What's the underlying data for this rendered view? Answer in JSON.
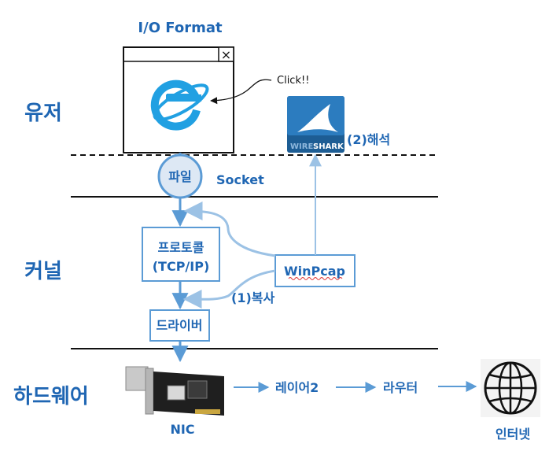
{
  "title": "I/O Format",
  "layers": {
    "user": "유저",
    "kernel": "커널",
    "hardware": "하드웨어"
  },
  "browser_window": {
    "icon": "internet-explorer-icon",
    "close_glyph": "×"
  },
  "click_label": "Click!!",
  "file_node": "파일",
  "socket_label": "Socket",
  "protocol_box": {
    "line1": "프로토콜",
    "line2": "(TCP/IP)"
  },
  "driver_box": "드라이버",
  "winpcap_box": "WinPcap",
  "wireshark": {
    "logo_text_a": "WIRE",
    "logo_text_b": "SHARK",
    "icon": "wireshark-fin-icon"
  },
  "analyze_label": "(2)해석",
  "copy_label": "(1)복사",
  "nic_label": "NIC",
  "nic_icon": "network-card-icon",
  "layer2_label": "레이어2",
  "router_label": "라우터",
  "internet_label": "인터넷",
  "internet_icon": "globe-icon",
  "colors": {
    "accent_blue": "#1f66b3",
    "light_blue": "#9cc2e5",
    "arrow_blue": "#5b9bd5",
    "node_fill": "#dde8f4",
    "wireshark_bg": "#1d5d94"
  }
}
